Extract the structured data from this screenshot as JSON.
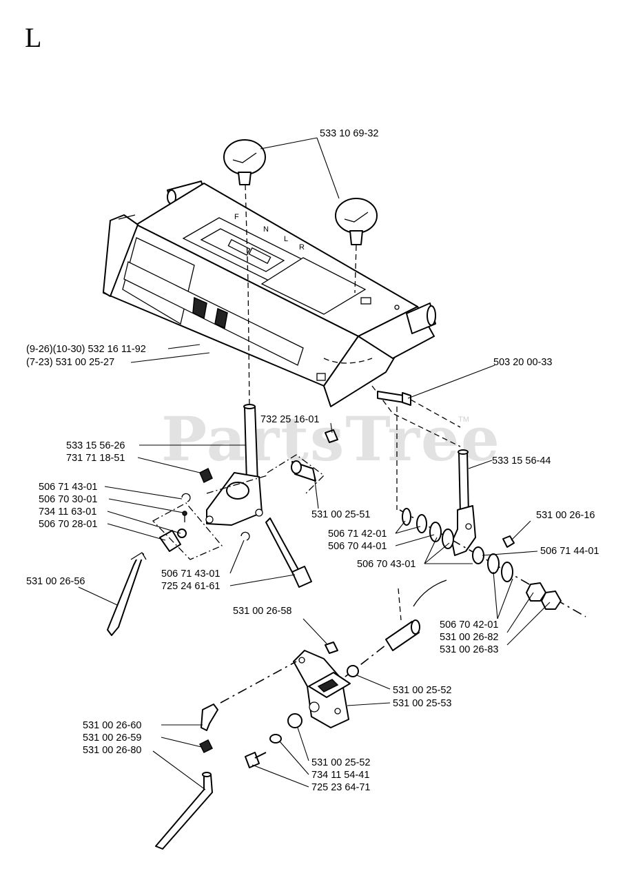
{
  "section_letter": "L",
  "watermark": {
    "text": "PartsTree",
    "tm": "TM"
  },
  "labels": [
    {
      "id": "knob",
      "text": "533 10 69-32"
    },
    {
      "id": "console-a",
      "text": "(9-26)(10-30) 532 16 11-92"
    },
    {
      "id": "console-b",
      "text": "(7-23) 531 00 25-27"
    },
    {
      "id": "bolt-right",
      "text": "503 20 00-33"
    },
    {
      "id": "clip-mid",
      "text": "732 25 16-01"
    },
    {
      "id": "lever-left",
      "text": "533 15 56-26"
    },
    {
      "id": "nut-left",
      "text": "731 71 18-51"
    },
    {
      "id": "lever-right",
      "text": "533 15 56-44"
    },
    {
      "id": "bushing-mid",
      "text": "531 00 25-51"
    },
    {
      "id": "eclip-l1",
      "text": "506 71 43-01"
    },
    {
      "id": "washer-l1",
      "text": "506 70 30-01"
    },
    {
      "id": "pin-l1",
      "text": "734 11 63-01"
    },
    {
      "id": "washer-l2",
      "text": "506 70 28-01"
    },
    {
      "id": "nut-r1",
      "text": "531 00 26-16"
    },
    {
      "id": "eclip-r1",
      "text": "506 71 42-01"
    },
    {
      "id": "washer-r1",
      "text": "506 70 44-01"
    },
    {
      "id": "eclip-r2",
      "text": "506 71 44-01"
    },
    {
      "id": "washer-r2",
      "text": "506 70 43-01"
    },
    {
      "id": "eclip-l2",
      "text": "506 71 43-01"
    },
    {
      "id": "bolt-l2",
      "text": "725 24 61-61"
    },
    {
      "id": "rod-left",
      "text": "531 00 26-56"
    },
    {
      "id": "nut-b1",
      "text": "531 00 26-58"
    },
    {
      "id": "washer-r3",
      "text": "506 70 42-01"
    },
    {
      "id": "nut-r2",
      "text": "531 00 26-82"
    },
    {
      "id": "nut-r3",
      "text": "531 00 26-83"
    },
    {
      "id": "bushing-b1",
      "text": "531 00 25-52"
    },
    {
      "id": "bracket-b",
      "text": "531 00 25-53"
    },
    {
      "id": "rod-b1",
      "text": "531 00 26-60"
    },
    {
      "id": "nut-b2",
      "text": "531 00 26-59"
    },
    {
      "id": "rod-b2",
      "text": "531 00 26-80"
    },
    {
      "id": "bushing-b2",
      "text": "531 00 25-52"
    },
    {
      "id": "washer-b",
      "text": "734 11 54-41"
    },
    {
      "id": "bolt-b",
      "text": "725 23 64-71"
    }
  ],
  "console_markings": [
    "F",
    "N",
    "L",
    "R"
  ]
}
